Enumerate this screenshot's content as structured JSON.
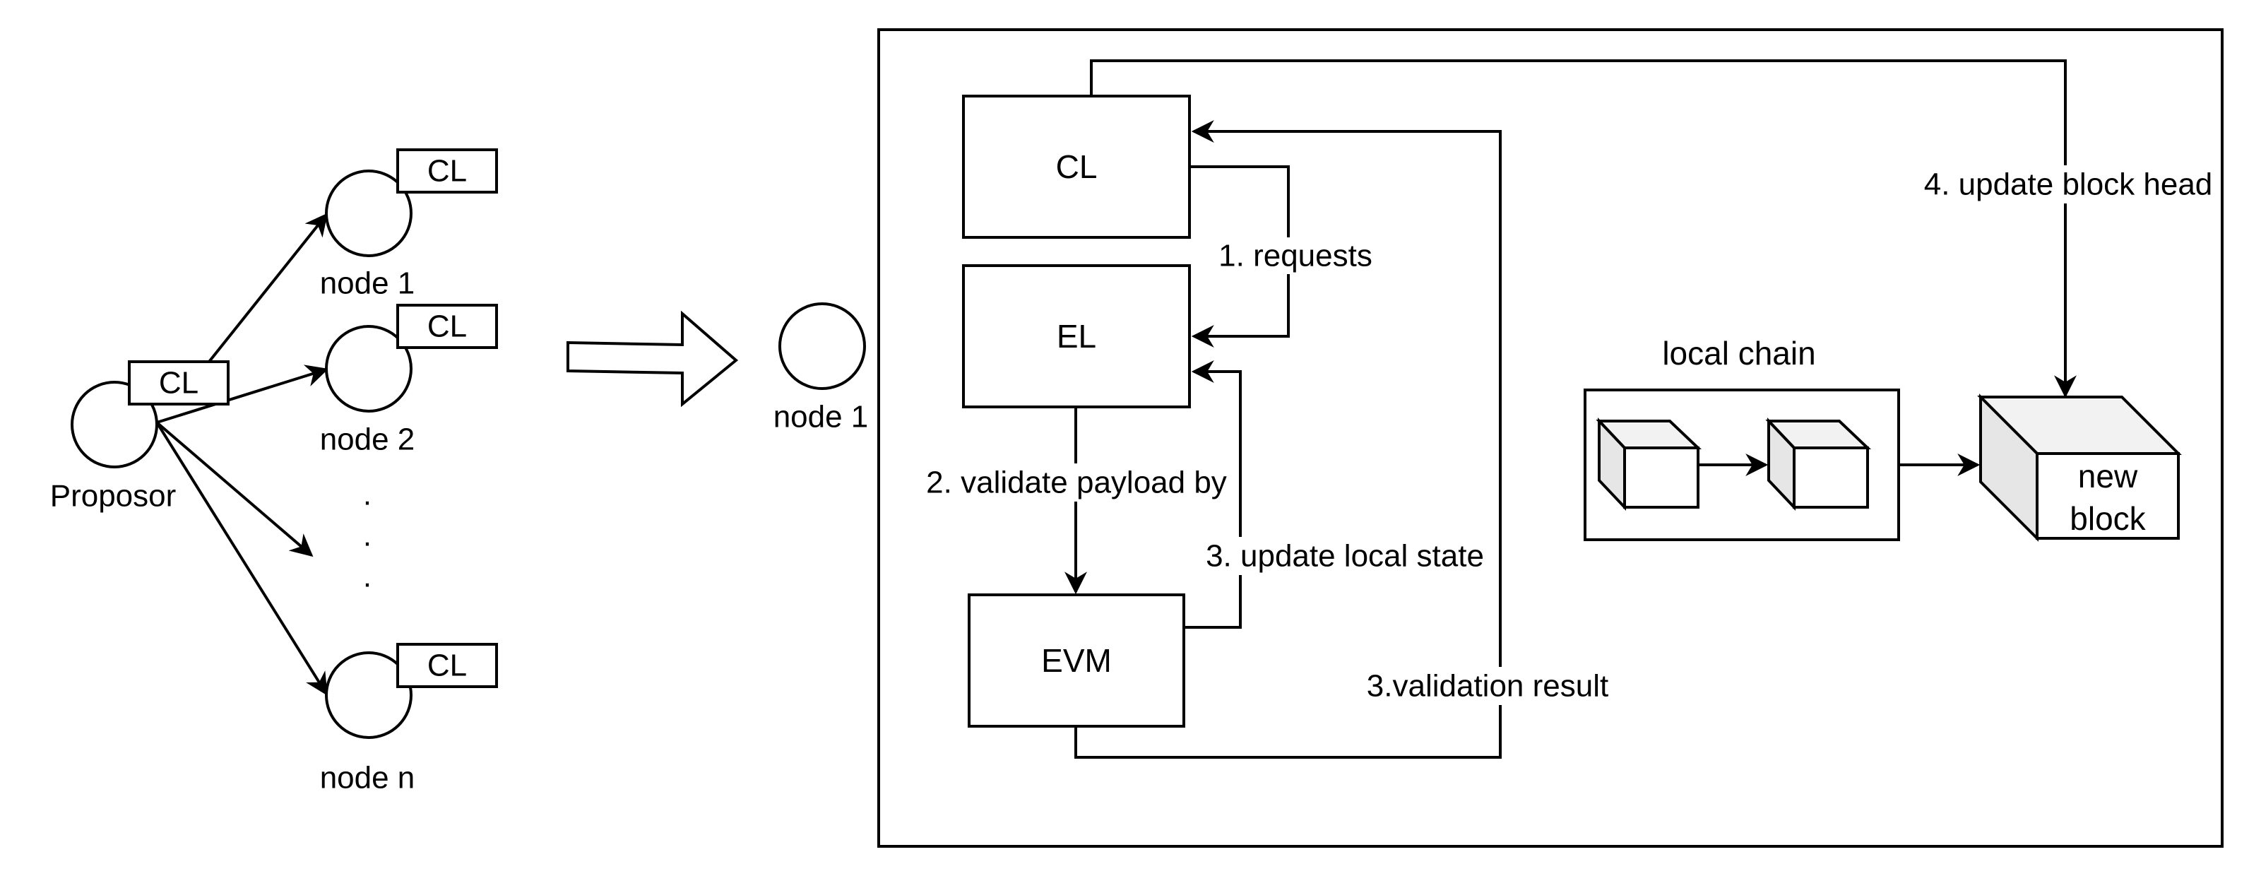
{
  "left": {
    "proposer": {
      "label": "Proposor",
      "tag": "CL"
    },
    "nodes": [
      {
        "label": "node 1",
        "tag": "CL"
      },
      {
        "label": "node 2",
        "tag": "CL"
      },
      {
        "label": "node n",
        "tag": "CL"
      }
    ],
    "ellipsis": "."
  },
  "middle": {
    "node_label": "node 1"
  },
  "detail": {
    "cl_label": "CL",
    "el_label": "EL",
    "evm_label": "EVM",
    "step_requests": "1. requests",
    "step_validate_payload": "2. validate payload by",
    "step_update_local_state": "3. update local state",
    "step_validation_result": "3.validation result",
    "step_update_block_head": "4. update block head",
    "local_chain_label": "local chain",
    "new_block_line1": "new",
    "new_block_line2": "block"
  },
  "colors": {
    "stroke": "#000000",
    "background": "#ffffff",
    "cube_side": "#e6e6e6",
    "cube_top": "#f2f2f2"
  }
}
